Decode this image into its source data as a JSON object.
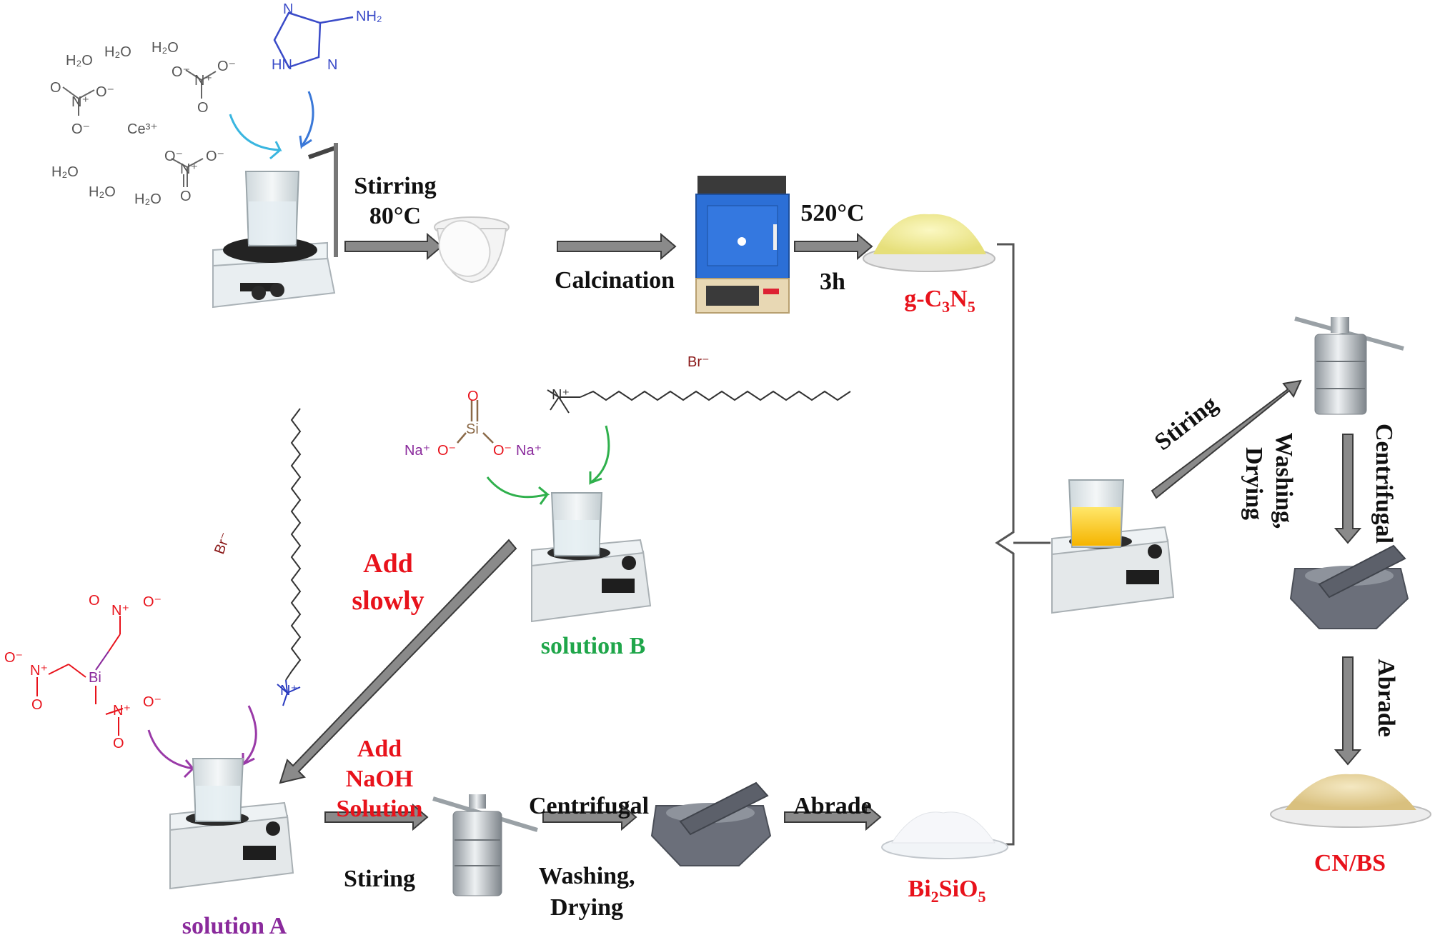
{
  "steps": {
    "stirring_80": "Stirring",
    "temp_80": "80°C",
    "calcination": "Calcination",
    "temp_520": "520°C",
    "time_3h": "3h",
    "add_slowly_1": "Add",
    "add_slowly_2": "slowly",
    "add_naoh_1": "Add",
    "add_naoh_2": "NaOH",
    "add_naoh_3": "Solution",
    "stiring_bottom": "Stiring",
    "centrifugal_bottom": "Centrifugal",
    "washing_bottom": "Washing,",
    "drying_bottom": "Drying",
    "abrade_bottom": "Abrade",
    "stiring_right": "Stiring",
    "centrifugal_right": "Centrifugal",
    "washing_right": "Washing,",
    "drying_right": "Drying",
    "abrade_right": "Abrade"
  },
  "products": {
    "gcn_prefix": "g-C",
    "gcn_sub1": "3",
    "gcn_mid": "N",
    "gcn_sub2": "5",
    "bs_prefix": "Bi",
    "bs_sub1": "2",
    "bs_mid": "SiO",
    "bs_sub2": "5",
    "final": "CN/BS",
    "solution_a": "solution A",
    "solution_b": "solution B"
  },
  "chemicals": {
    "water": "H₂O",
    "cerium": "Ce³⁺",
    "nitrate_o_minus": "O⁻",
    "nitrate_n_plus": "N⁺",
    "nitrate_o": "O",
    "nh2": "NH₂",
    "hn": "HN",
    "n": "N",
    "bromide": "Br⁻",
    "na_plus": "Na⁺",
    "silicate_o_minus": "O⁻",
    "si": "Si",
    "bi": "Bi",
    "ammonium_n": "N⁺"
  },
  "colors": {
    "arrow_fill": "#8a8a8a",
    "red_label": "#e8121b",
    "green_label": "#1fa64a",
    "purple_label": "#8a2a9c",
    "cyan_arrow": "#3ab6e0",
    "blue_arrow": "#3a78d8",
    "green_arrow": "#2fb04c",
    "purple_arrow": "#9a3aa8",
    "gcn_powder": "#f0ec9a",
    "final_powder": "#e9d7a0",
    "furnace_blue": "#2c6fd6",
    "mortar_gray": "#6b6f7a"
  }
}
